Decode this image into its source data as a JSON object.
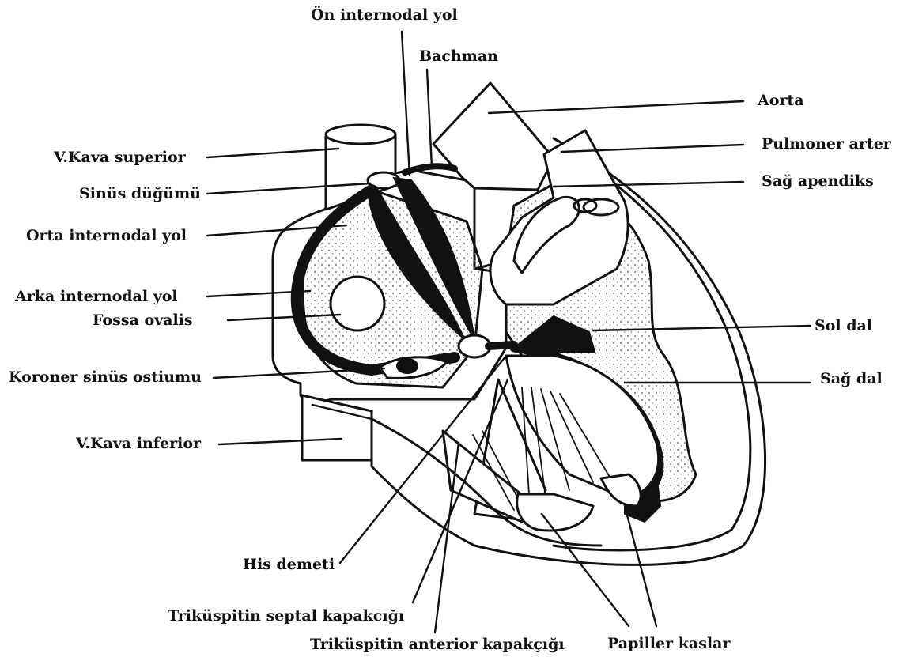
{
  "labels": {
    "on_internodal_yol": "Ön internodal yol",
    "bachman": "Bachman",
    "aorta": "Aorta",
    "pulmoner_arter": "Pulmoner arter",
    "v_kava_superior": "V.Kava superior",
    "sag_apendiks": "Sağ apendiks",
    "sinus_dugumu": "Sinüs düğümü",
    "orta_internodal_yol": "Orta internodal yol",
    "arka_internodal_yol": "Arka internodal yol",
    "fossa_ovalis": "Fossa ovalis",
    "sol_dal": "Sol dal",
    "koroner_sinus_ostiumu": "Koroner sinüs ostiumu",
    "sag_dal": "Sağ dal",
    "v_kava_inferior": "V.Kava inferior",
    "his_demeti": "His demeti",
    "trikuspitin_septal_kapakcigi": "Triküspitin septal kapakcığı",
    "trikuspitin_anterior_kapakcigi": "Triküspitin anterior kapakçığı",
    "papiller_kaslar": "Papiller kaslar"
  },
  "colors": {
    "ink": "#111111",
    "paper": "#ffffff",
    "stipple": "#555555"
  }
}
